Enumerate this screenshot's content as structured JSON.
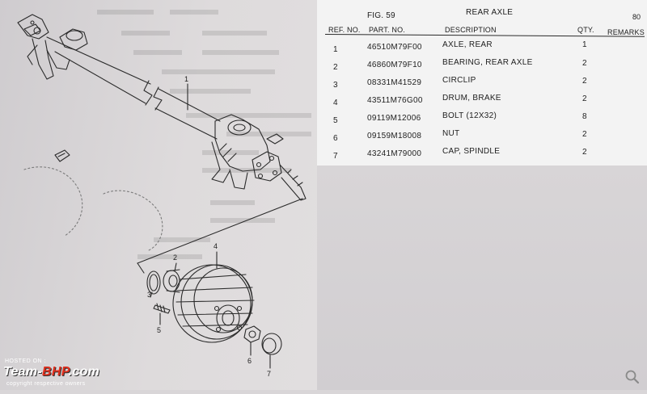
{
  "sheet": {
    "fig_label": "FIG. 59",
    "fig_title": "REAR AXLE",
    "page_number": "80",
    "columns": {
      "ref_no": "REF. NO.",
      "part_no": "PART. NO.",
      "description": "DESCRIPTION",
      "qty": "QTY.",
      "remarks": "REMARKS"
    },
    "rows": [
      {
        "ref": "1",
        "part": "46510M79F00",
        "desc": "AXLE, REAR",
        "qty": "1"
      },
      {
        "ref": "2",
        "part": "46860M79F10",
        "desc": "BEARING, REAR AXLE",
        "qty": "2"
      },
      {
        "ref": "3",
        "part": "08331M41529",
        "desc": "CIRCLIP",
        "qty": "2"
      },
      {
        "ref": "4",
        "part": "43511M76G00",
        "desc": "DRUM, BRAKE",
        "qty": "2"
      },
      {
        "ref": "5",
        "part": "09119M12006",
        "desc": "BOLT (12X32)",
        "qty": "8"
      },
      {
        "ref": "6",
        "part": "09159M18008",
        "desc": "NUT",
        "qty": "2"
      },
      {
        "ref": "7",
        "part": "43241M79000",
        "desc": "CAP, SPINDLE",
        "qty": "2"
      }
    ]
  },
  "callouts": {
    "c1": "1",
    "c2": "2",
    "c3": "3",
    "c4": "4",
    "c5": "5",
    "c6": "6",
    "c7": "7"
  },
  "watermark": {
    "hosted_on": "HOSTED ON :",
    "brand_a": "Team-",
    "brand_b": "BHP",
    "brand_c": ".com",
    "copyright": "copyright respective owners"
  },
  "icons": {
    "zoom": "magnifier-icon"
  },
  "colors": {
    "paper": "#f3f3f3",
    "ink": "#1e1e1e",
    "brand_red": "#e0301e"
  }
}
